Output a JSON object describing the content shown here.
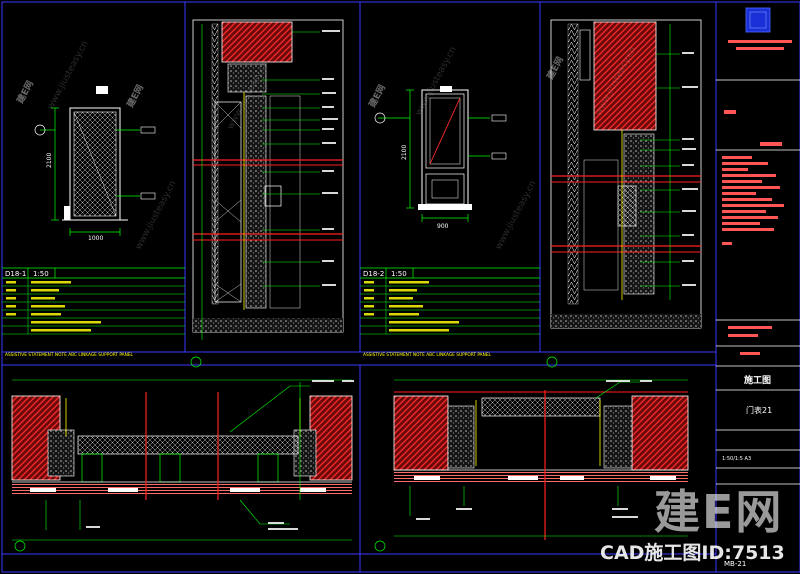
{
  "title_block": {
    "status": "施工图",
    "drawing_name": "门表21",
    "scale_sheet": "1:50/1:5 A3",
    "sheet_no": "MB-21"
  },
  "panels": [
    {
      "code": "D18-1",
      "scale": "1:50",
      "note": "ASSISTIVE STATEMENT NOTE ABC LINKAGE SUPPORT PANEL"
    },
    {
      "code": "D18-2",
      "scale": "1:50",
      "note": "ASSISTIVE STATEMENT NOTE ABC LINKAGE SUPPORT PANEL"
    }
  ],
  "dimensions": {
    "d1_height": "2100",
    "d1_width": "1000",
    "d2_height": "2100",
    "d2_width": "900"
  },
  "watermarks": {
    "diag": "www.jiusteasy.cn",
    "site_mark": "建E网",
    "big_logo": "建E网",
    "caption": "CAD施工图ID:7513"
  },
  "colors": {
    "background": "#000000",
    "frame": "#3a3aff",
    "line": "#ffffff",
    "leader": "#00ff00",
    "hatch": "#ff2a2a",
    "cut": "#ff2020",
    "yellow": "#ffff00",
    "accent": "#ff5555"
  }
}
